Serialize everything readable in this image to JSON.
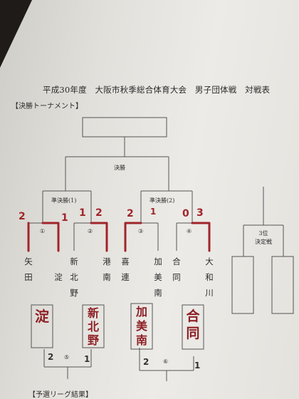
{
  "document": {
    "title": "平成30年度　大阪市秋季総合体育大会　男子団体戦　対戦表",
    "section_label": "【決勝トーナメント】",
    "bottom_label": "【予選リーグ結果】"
  },
  "bracket": {
    "final_label": "決勝",
    "semifinal_1_label": "準決勝(1)",
    "semifinal_2_label": "準決勝(2)",
    "third_place_label": "3位決定戦",
    "match_numbers": [
      "①",
      "②",
      "③",
      "④",
      "⑤",
      "⑥"
    ],
    "teams": [
      "矢田",
      "淀",
      "新北野",
      "港南",
      "喜連",
      "加美南",
      "合同",
      "大和川"
    ],
    "scores": [
      "2",
      "1",
      "1",
      "2",
      "2",
      "1",
      "0",
      "3"
    ]
  },
  "handwritten": {
    "winners": [
      "淀",
      "新北野",
      "加美南",
      "合同"
    ],
    "match5_scores": [
      "2",
      "1"
    ],
    "match6_scores": [
      "2",
      "1"
    ]
  },
  "colors": {
    "ink": "#2b2b2b",
    "red_ink": "#a0252b"
  }
}
